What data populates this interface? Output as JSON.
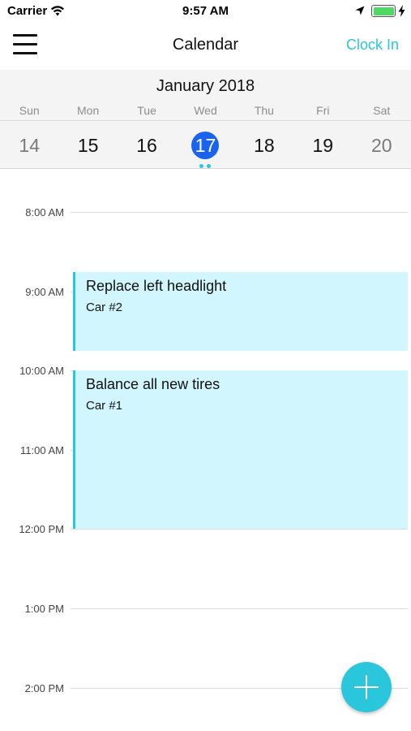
{
  "status_bar": {
    "carrier": "Carrier",
    "time": "9:57 AM",
    "icons": [
      "wifi-icon",
      "location-icon",
      "battery-icon",
      "charge-icon"
    ],
    "battery_level": 1.0,
    "battery_color": "#4cd964"
  },
  "nav": {
    "title": "Calendar",
    "menu_icon": "hamburger-menu-icon",
    "clock_in_label": "Clock In",
    "accent_color": "#2ac7dc"
  },
  "week": {
    "month_label": "January 2018",
    "weekdays": [
      "Sun",
      "Mon",
      "Tue",
      "Wed",
      "Thu",
      "Fri",
      "Sat"
    ],
    "dates": [
      "14",
      "15",
      "16",
      "17",
      "18",
      "19",
      "20"
    ],
    "selected_date": "17",
    "selected_color": "#1a63ee"
  },
  "timeline": {
    "hours": [
      "8:00 AM",
      "9:00 AM",
      "10:00 AM",
      "11:00 AM",
      "12:00 PM",
      "1:00 PM",
      "2:00 PM"
    ]
  },
  "events": [
    {
      "title": "Replace left headlight",
      "subtitle": "Car #2",
      "start": "9:00 AM",
      "end": "10:00 AM"
    },
    {
      "title": "Balance all new tires",
      "subtitle": "Car #1",
      "start": "10:00 AM",
      "end": "12:00 PM"
    }
  ],
  "fab": {
    "icon": "plus-icon",
    "color": "#2ac7dc"
  }
}
